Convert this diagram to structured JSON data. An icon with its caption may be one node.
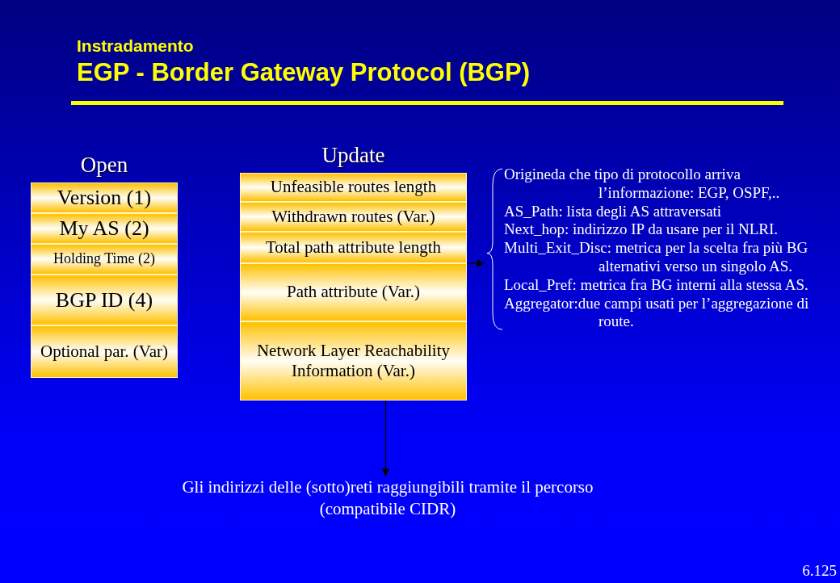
{
  "diagram": {
    "title": "EGP - Border Gateway Protocol (BGP)",
    "nodes": [
      {
        "text": [
          "Open"
        ]
      },
      {
        "text": [
          "Version (1)"
        ],
        "in": 0
      },
      {
        "text": [
          "My AS (2)"
        ],
        "in": 0
      },
      {
        "text": [
          "Holding Time (2)"
        ],
        "in": 0
      },
      {
        "text": [
          "BGP ID (4)"
        ],
        "in": 0
      },
      {
        "text": [
          "Optional par. (Var)"
        ],
        "in": 0
      },
      {
        "text": [
          "Update"
        ]
      },
      {
        "text": [
          "Unfeasible routes length"
        ],
        "in": 6
      },
      {
        "text": [
          "Withdrawn routes (Var.)"
        ],
        "in": 6
      },
      {
        "text": [
          "Total path attribute length"
        ],
        "in": 6
      },
      {
        "text": [
          "Path attribute (Var.)"
        ],
        "in": 6
      },
      {
        "text": [
          "Network Layer Reachability Information (Var.)"
        ],
        "in": 6
      },
      {
        "text": [
          "Origineda che tipo di protocollo arriva l’informazione: EGP, OSPF,..",
          "AS_Path: lista degli AS attraversati",
          "Next_hop: indirizzo IP da usare per il NLRI.",
          "Multi_Exit_Disc: metrica per la scelta fra più BG alternativi verso un singolo AS.",
          "Local_Pref: metrica fra BG interni alla stessa AS.",
          "Aggregator:due campi usati per l’aggregazione di route."
        ]
      },
      {
        "text": [
          "Gli indirizzi delle (sotto)reti raggiungibili tramite il percorso (compatibile CIDR)"
        ]
      }
    ],
    "edges": [
      {
        "from": 10,
        "to": 12,
        "arrow": "to"
      },
      {
        "from": 11,
        "to": 13,
        "arrow": "to"
      }
    ],
    "labels": [
      "Instradamento",
      "6.125"
    ]
  }
}
